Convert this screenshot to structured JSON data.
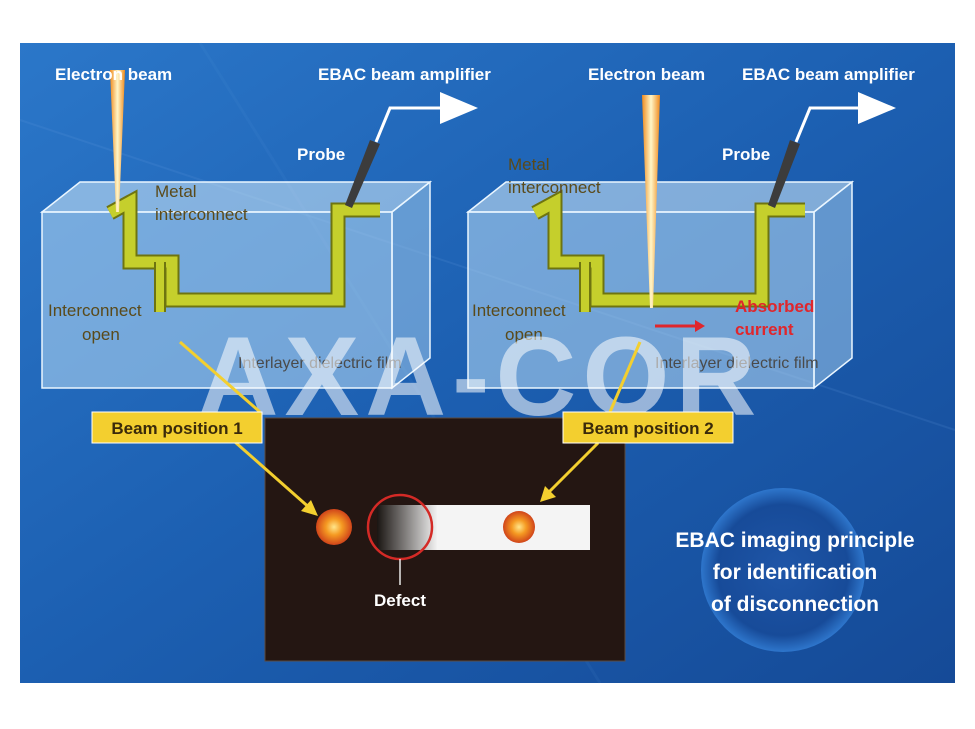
{
  "left_panel": {
    "electron_beam": "Electron beam",
    "amplifier": "EBAC beam amplifier",
    "probe": "Probe",
    "metal_line1": "Metal",
    "metal_line2": "interconnect",
    "open_line1": "Interconnect",
    "open_line2": "open",
    "dielectric": "Interlayer dielectric film",
    "beam_position": "Beam position 1"
  },
  "right_panel": {
    "electron_beam": "Electron beam",
    "amplifier": "EBAC beam amplifier",
    "probe": "Probe",
    "metal_line1": "Metal",
    "metal_line2": "interconnect",
    "open_line1": "Interconnect",
    "open_line2": "open",
    "absorbed_line1": "Absorbed",
    "absorbed_line2": "current",
    "dielectric": "Interlayer dielectric film",
    "beam_position": "Beam position 2"
  },
  "image_panel": {
    "defect_label": "Defect"
  },
  "caption": {
    "line1": "EBAC imaging principle",
    "line2": "for identification",
    "line3": "of disconnection"
  },
  "watermark": "AXA-COR",
  "colors": {
    "background": "#1c5fb1",
    "interconnect": "#c5cf2c",
    "absorbed_current": "#e0262c",
    "callout_box": "#f3cf2f",
    "image_panel": "#241612",
    "spot": "#f38a1a"
  }
}
